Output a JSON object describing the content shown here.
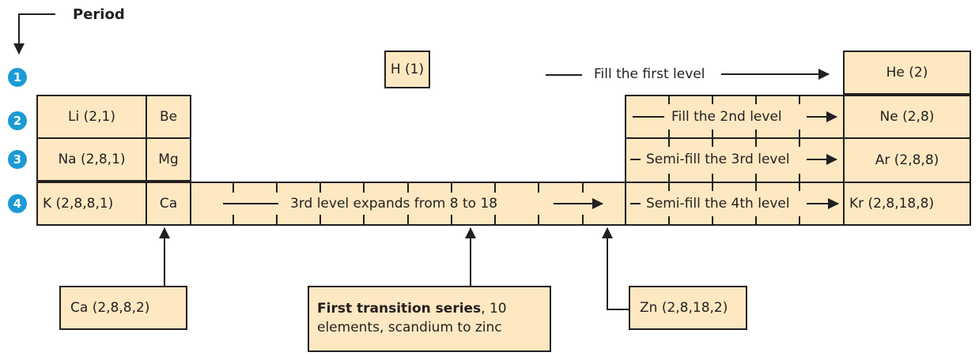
{
  "period": {
    "title": "Period",
    "numbers": [
      "1",
      "2",
      "3",
      "4"
    ]
  },
  "cells": {
    "H": "H (1)",
    "He": "He (2)",
    "Li": "Li (2,1)",
    "Be": "Be",
    "Ne": "Ne (2,8)",
    "Na": "Na (2,8,1)",
    "Mg": "Mg",
    "Ar": "Ar (2,8,8)",
    "K": "K (2,8,8,1)",
    "Ca": "Ca",
    "Kr": "Kr (2,8,18,8)"
  },
  "labels": {
    "fill_first": "Fill the first level",
    "fill_second": "Fill the 2nd level",
    "semi_third": "Semi-fill the 3rd level",
    "semi_fourth": "Semi-fill the 4th level",
    "expands": "3rd level expands from 8 to 18"
  },
  "callouts": {
    "ca": "Ca (2,8,8,2)",
    "series_bold": "First transition series",
    "series_rest": ", 10",
    "series_line2": "elements, scandium to zinc",
    "zn": "Zn (2,8,18,2)"
  },
  "colors": {
    "cell_fill": "#fde8c1",
    "stroke": "#231f20",
    "badge": "#1b9ad6"
  }
}
